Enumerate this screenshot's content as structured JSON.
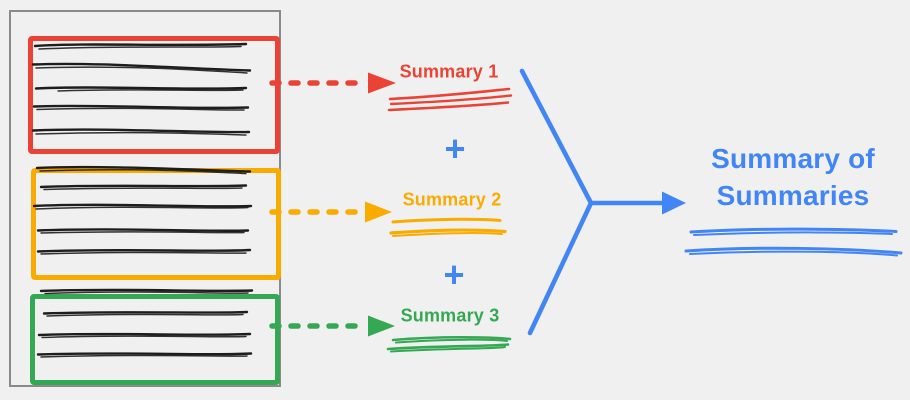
{
  "labels": {
    "summary1": "Summary 1",
    "summary2": "Summary 2",
    "summary3": "Summary 3",
    "plus": "+",
    "result_line1": "Summary of",
    "result_line2": "Summaries"
  },
  "colors": {
    "red": "#ea4335",
    "orange": "#f9ab00",
    "green": "#34a853",
    "blue": "#4285f4",
    "ink": "#1d1d1d",
    "document_border": "#8a8a8a",
    "background": "#f0f0f0"
  },
  "icons": {
    "red_dashed_arrow": "arrow-right-dashed",
    "orange_dashed_arrow": "arrow-right-dashed",
    "green_dashed_arrow": "arrow-right-dashed",
    "merge_arrow": "merge-bracket-arrow-right"
  }
}
